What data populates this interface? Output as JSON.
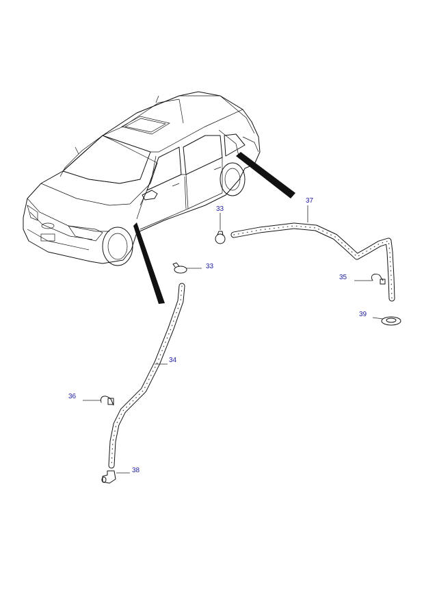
{
  "callouts": {
    "c33a": "33",
    "c33b": "33",
    "c34": "34",
    "c35": "35",
    "c36": "36",
    "c37": "37",
    "c38": "38",
    "c39": "39"
  },
  "colors": {
    "callout_text": "#1a1aa0",
    "line": "#111111",
    "background": "#ffffff"
  }
}
